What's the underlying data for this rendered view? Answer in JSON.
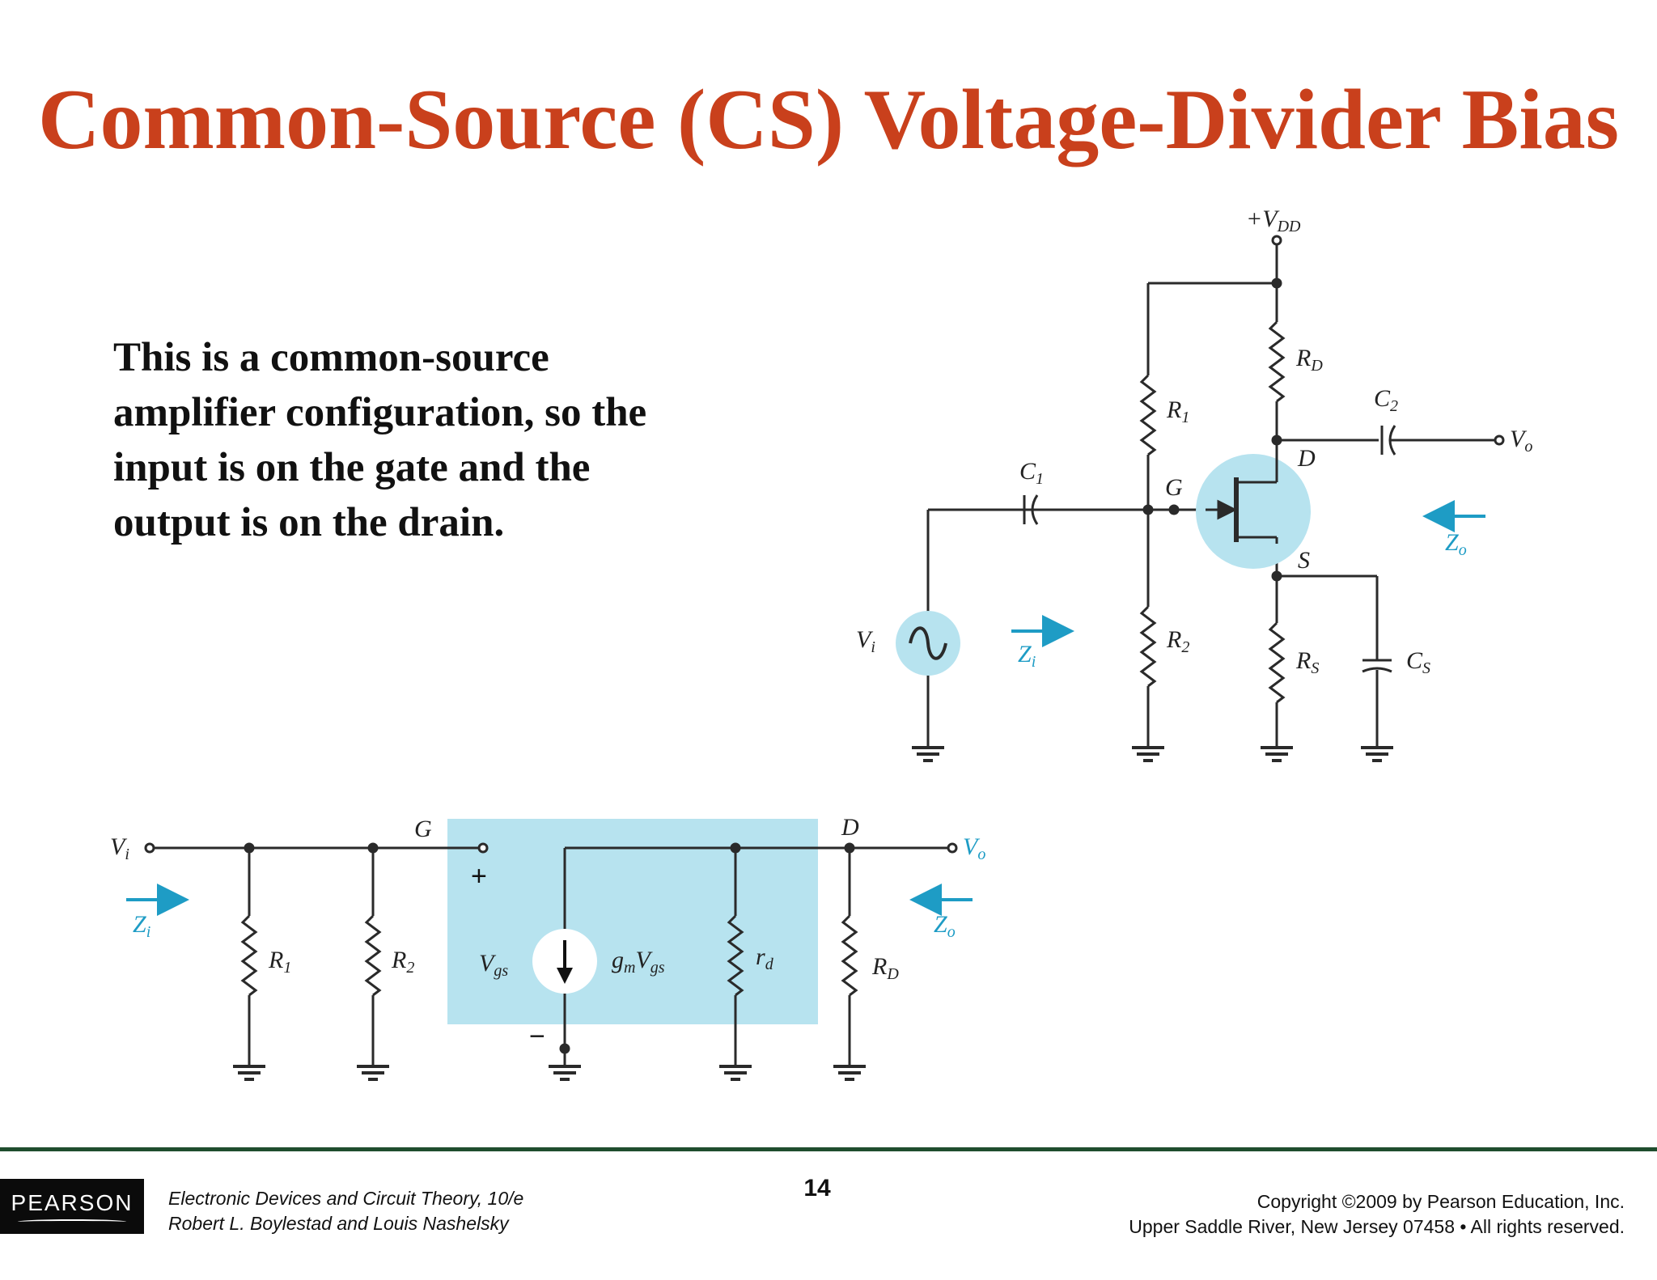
{
  "slide": {
    "title": "Common-Source (CS) Voltage-Divider Bias",
    "body_lines": [
      "This is a common-source",
      "amplifier configuration, so the",
      "input is on the gate and the",
      "output is on the drain."
    ]
  },
  "top_circuit": {
    "vdd": {
      "main": "+V",
      "sub": "DD"
    },
    "rd": {
      "main": "R",
      "sub": "D"
    },
    "r1": {
      "main": "R",
      "sub": "1"
    },
    "r2": {
      "main": "R",
      "sub": "2"
    },
    "rs": {
      "main": "R",
      "sub": "S"
    },
    "c1": {
      "main": "C",
      "sub": "1"
    },
    "c2": {
      "main": "C",
      "sub": "2"
    },
    "cs": {
      "main": "C",
      "sub": "S"
    },
    "vi": {
      "main": "V",
      "sub": "i"
    },
    "vo": {
      "main": "V",
      "sub": "o"
    },
    "zi": {
      "main": "Z",
      "sub": "i"
    },
    "zo": {
      "main": "Z",
      "sub": "o"
    },
    "g": "G",
    "d": "D",
    "s": "S"
  },
  "bottom_circuit": {
    "vi": {
      "main": "V",
      "sub": "i"
    },
    "vo": {
      "main": "V",
      "sub": "o"
    },
    "zi": {
      "main": "Z",
      "sub": "i"
    },
    "zo": {
      "main": "Z",
      "sub": "o"
    },
    "r1": {
      "main": "R",
      "sub": "1"
    },
    "r2": {
      "main": "R",
      "sub": "2"
    },
    "rd": {
      "main": "R",
      "sub": "D"
    },
    "rd_small": {
      "main": "r",
      "sub": "d"
    },
    "vgs": {
      "main": "V",
      "sub": "gs"
    },
    "gm": {
      "main": "g",
      "sub1": "m",
      "mid": "V",
      "sub2": "gs"
    },
    "g": "G",
    "d": "D",
    "plus": "+",
    "minus": "−"
  },
  "footer": {
    "logo": "PEARSON",
    "book_title": "Electronic Devices and Circuit Theory, 10/e",
    "authors": "Robert L. Boylestad and Louis Nashelsky",
    "page": "14",
    "copyright": "Copyright ©2009 by Pearson Education, Inc.",
    "address": "Upper Saddle River, New Jersey 07458 • All rights reserved."
  },
  "colors": {
    "title": "#c9401c",
    "highlight": "#b7e3ef",
    "arrow": "#1e9cc5",
    "footer_rule": "#1f4d2e"
  }
}
